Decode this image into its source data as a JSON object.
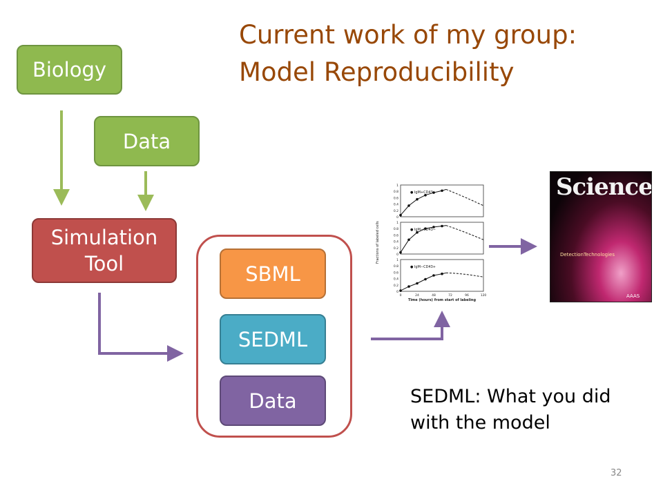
{
  "title": {
    "line1": "Current work of my group:",
    "line2": "Model Reproducibility"
  },
  "boxes": {
    "biology": "Biology",
    "data_top": "Data",
    "sim_line1": "Simulation",
    "sim_line2": "Tool",
    "sbml": "SBML",
    "sedml": "SEDML",
    "data_bottom": "Data"
  },
  "caption": {
    "line1": "SEDML: What you did",
    "line2": "with the model"
  },
  "page_number": "32",
  "graph": {
    "ylabel": "Fractions of labeled cells",
    "xlabel": "Time (hours) from start of labeling",
    "xticks": [
      "0",
      "24",
      "48",
      "72",
      "96",
      "120"
    ],
    "yticks": [
      "0",
      "0.2",
      "0.4",
      "0.6",
      "0.8",
      "1"
    ],
    "panels": [
      {
        "legend": "IgM+CD43+",
        "points": [
          [
            0,
            0.05
          ],
          [
            12,
            0.35
          ],
          [
            24,
            0.55
          ],
          [
            36,
            0.68
          ],
          [
            48,
            0.76
          ],
          [
            60,
            0.82
          ]
        ],
        "peak": [
          66,
          0.86
        ],
        "end": [
          120,
          0.35
        ]
      },
      {
        "legend": "IgM−CD43−",
        "points": [
          [
            0,
            0.05
          ],
          [
            12,
            0.45
          ],
          [
            24,
            0.68
          ],
          [
            36,
            0.8
          ],
          [
            48,
            0.85
          ],
          [
            60,
            0.88
          ]
        ],
        "peak": [
          66,
          0.9
        ],
        "end": [
          120,
          0.45
        ]
      },
      {
        "legend": "IgM−CD43+",
        "points": [
          [
            0,
            0.02
          ],
          [
            12,
            0.15
          ],
          [
            24,
            0.25
          ],
          [
            36,
            0.38
          ],
          [
            48,
            0.5
          ],
          [
            60,
            0.55
          ]
        ],
        "peak": [
          66,
          0.58
        ],
        "end": [
          120,
          0.45
        ]
      }
    ]
  },
  "cover": {
    "title": "Science",
    "subtitle": "DetectionTechnologies",
    "logo": "AAAS"
  },
  "colors": {
    "title": "#984807",
    "green_arrow": "#9bbb59",
    "purple_arrow": "#8064a2"
  }
}
